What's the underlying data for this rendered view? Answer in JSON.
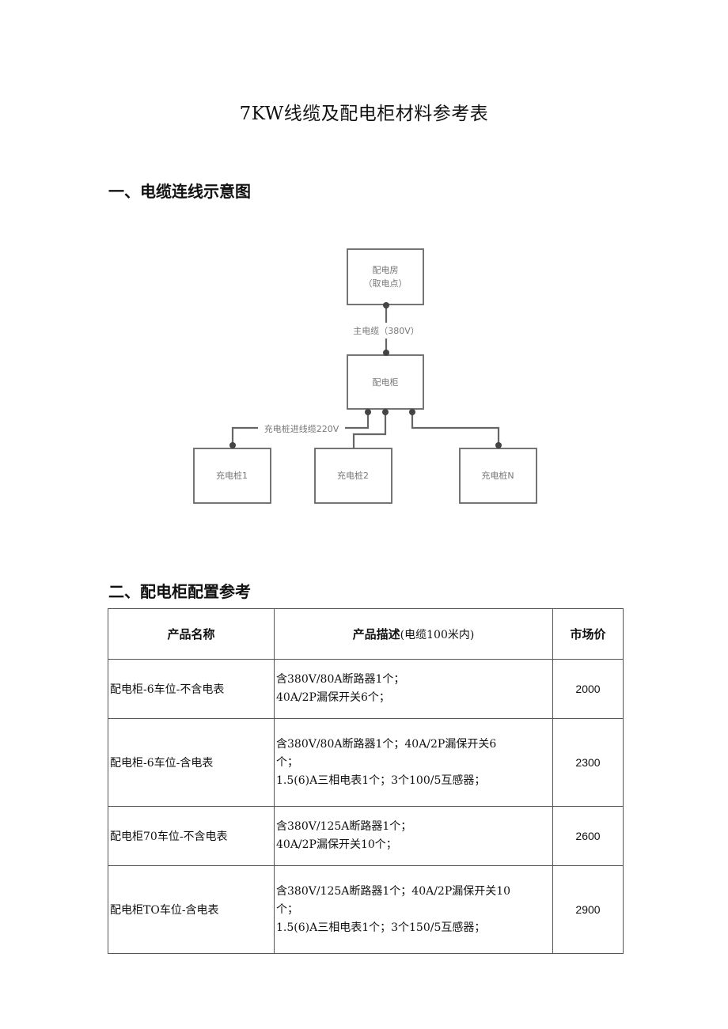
{
  "document": {
    "title": "7KW线缆及配电柜材料参考表",
    "section1_heading": "一、电缆连线示意图",
    "section2_heading": "二、配电柜配置参考"
  },
  "diagram": {
    "source_box": [
      "配电房",
      "（取电点）"
    ],
    "main_cable_label": "主电缆（380V）",
    "cabinet_label": "配电柜",
    "branch_cable_label": "充电桩进线缆220V",
    "chargers": [
      "充电桩1",
      "充电桩2",
      "充电桩N"
    ]
  },
  "table": {
    "headers": {
      "name": "产品名称",
      "desc_main": "产品描述",
      "desc_sub": "(电缆100米内)",
      "price": "市场价"
    },
    "rows": [
      {
        "name": "配电柜-6车位-不含电表",
        "desc": [
          "含380V/80A断路器1个；",
          "40A/2P漏保开关6个；"
        ],
        "price": "2000"
      },
      {
        "name": "配电柜-6车位-含电表",
        "desc": [
          "含380V/80A断路器1个；40A/2P漏保开关6",
          "个；",
          "1.5(6)A三相电表1个；3个100/5互感器；"
        ],
        "price": "2300"
      },
      {
        "name": "配电柜70车位-不含电表",
        "desc": [
          "含380V/125A断路器1个；",
          "40A/2P漏保开关10个；"
        ],
        "price": "2600"
      },
      {
        "name": "配电柜TO车位-含电表",
        "desc": [
          "含380V/125A断路器1个；40A/2P漏保开关10",
          "个；",
          "1.5(6)A三相电表1个；3个150/5互感器；"
        ],
        "price": "2900"
      }
    ]
  }
}
